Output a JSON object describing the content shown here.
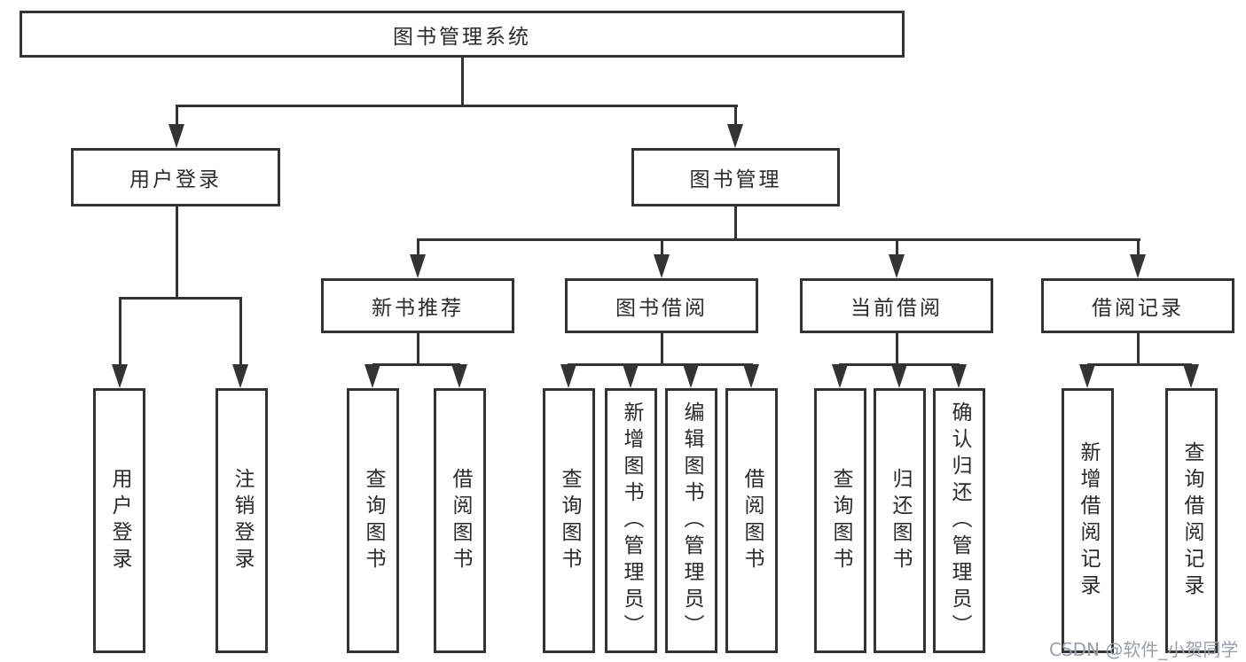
{
  "colors": {
    "line": "#333333",
    "box_border": "#333333",
    "text": "#2b2b2b",
    "background": "#ffffff",
    "watermark": "#9aa0a8"
  },
  "diagram": {
    "root": {
      "label": "图书管理系统"
    },
    "branches": [
      {
        "label": "用户登录"
      },
      {
        "label": "图书管理"
      }
    ],
    "modules": [
      {
        "label": "新书推荐"
      },
      {
        "label": "图书借阅"
      },
      {
        "label": "当前借阅"
      },
      {
        "label": "借阅记录"
      }
    ],
    "leaves": [
      {
        "label": "用户登录"
      },
      {
        "label": "注销登录"
      },
      {
        "label": "查询图书"
      },
      {
        "label": "借阅图书"
      },
      {
        "label": "查询图书"
      },
      {
        "label": "新增图书（管理员）"
      },
      {
        "label": "编辑图书（管理员）"
      },
      {
        "label": "借阅图书"
      },
      {
        "label": "查询图书"
      },
      {
        "label": "归还图书"
      },
      {
        "label": "确认归还（管理员）"
      },
      {
        "label": "新增借阅记录"
      },
      {
        "label": "查询借阅记录"
      }
    ]
  },
  "watermark": {
    "text": "CSDN @软件_小贺同学"
  }
}
